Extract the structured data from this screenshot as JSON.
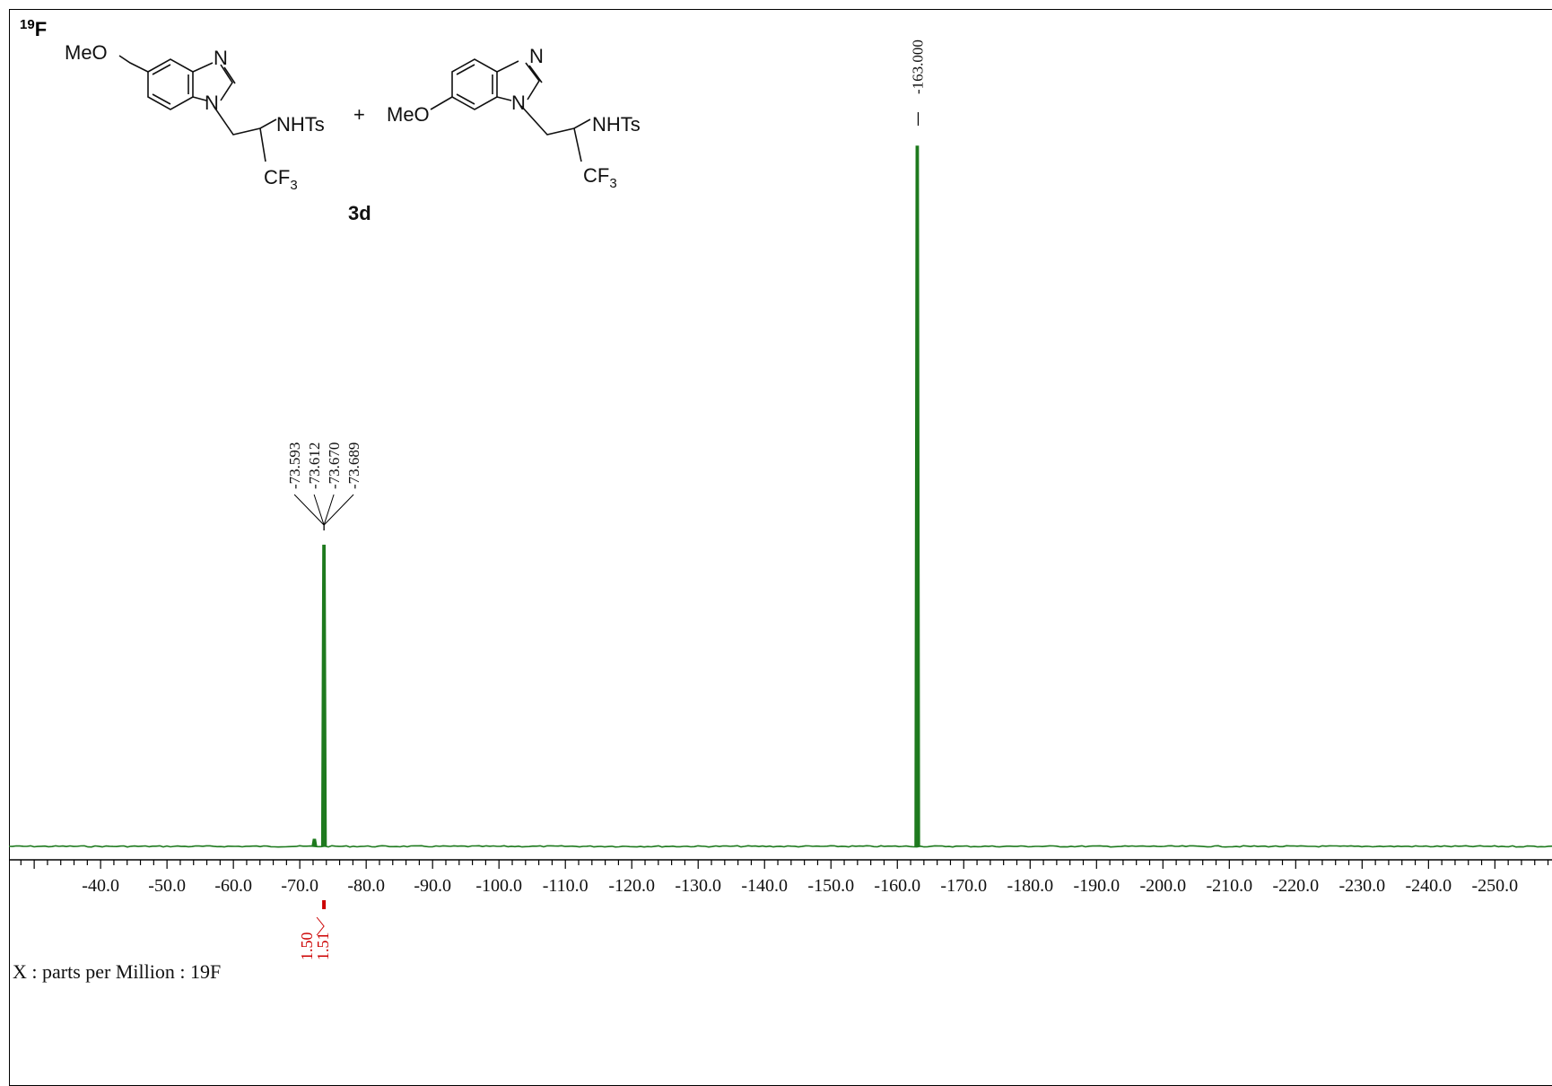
{
  "nucleus_label": {
    "sup": "19",
    "base": "F"
  },
  "compound_label": "3d",
  "plus_sign": "+",
  "molecule_text": {
    "meo": "MeO",
    "n": "N",
    "nhts": "NHTs",
    "cf": "CF",
    "cf_sub": "3"
  },
  "axis_title": "X : parts per Million : 19F",
  "colors": {
    "spectrum": "#1e7a1e",
    "integral": "#cc0000",
    "axis": "#000000"
  },
  "chart_data": {
    "type": "line",
    "title": "",
    "xlabel": "X : parts per Million : 19F",
    "ylabel": "",
    "x_reversed": true,
    "xlim": [
      -26.2,
      -258.6
    ],
    "x_ticks": [
      -40,
      -50,
      -60,
      -70,
      -80,
      -90,
      -100,
      -110,
      -120,
      -130,
      -140,
      -150,
      -160,
      -170,
      -180,
      -190,
      -200,
      -210,
      -220,
      -230,
      -240,
      -250
    ],
    "x_tick_labels": [
      "-40.0",
      "-50.0",
      "-60.0",
      "-70.0",
      "-80.0",
      "-90.0",
      "-100.0",
      "-110.0",
      "-120.0",
      "-130.0",
      "-140.0",
      "-150.0",
      "-160.0",
      "-170.0",
      "-180.0",
      "-190.0",
      "-200.0",
      "-210.0",
      "-220.0",
      "-230.0",
      "-240.0",
      "-250.0"
    ],
    "minor_tick_step": 2,
    "peaks": [
      {
        "ppm": -73.64,
        "height": 0.43
      },
      {
        "ppm": -163.0,
        "height": 1.0
      },
      {
        "ppm": -72.2,
        "height": 0.01
      }
    ],
    "peak_labels": [
      {
        "group": "cf3",
        "ppm": -73.64,
        "labels": [
          "-73.593",
          "-73.612",
          "-73.670",
          "-73.689"
        ]
      },
      {
        "group": "ref",
        "ppm": -163.0,
        "labels": [
          "-163.000"
        ]
      }
    ],
    "integrals": [
      {
        "ppm": -73.64,
        "labels": [
          "1.50",
          "1.51"
        ]
      }
    ]
  }
}
